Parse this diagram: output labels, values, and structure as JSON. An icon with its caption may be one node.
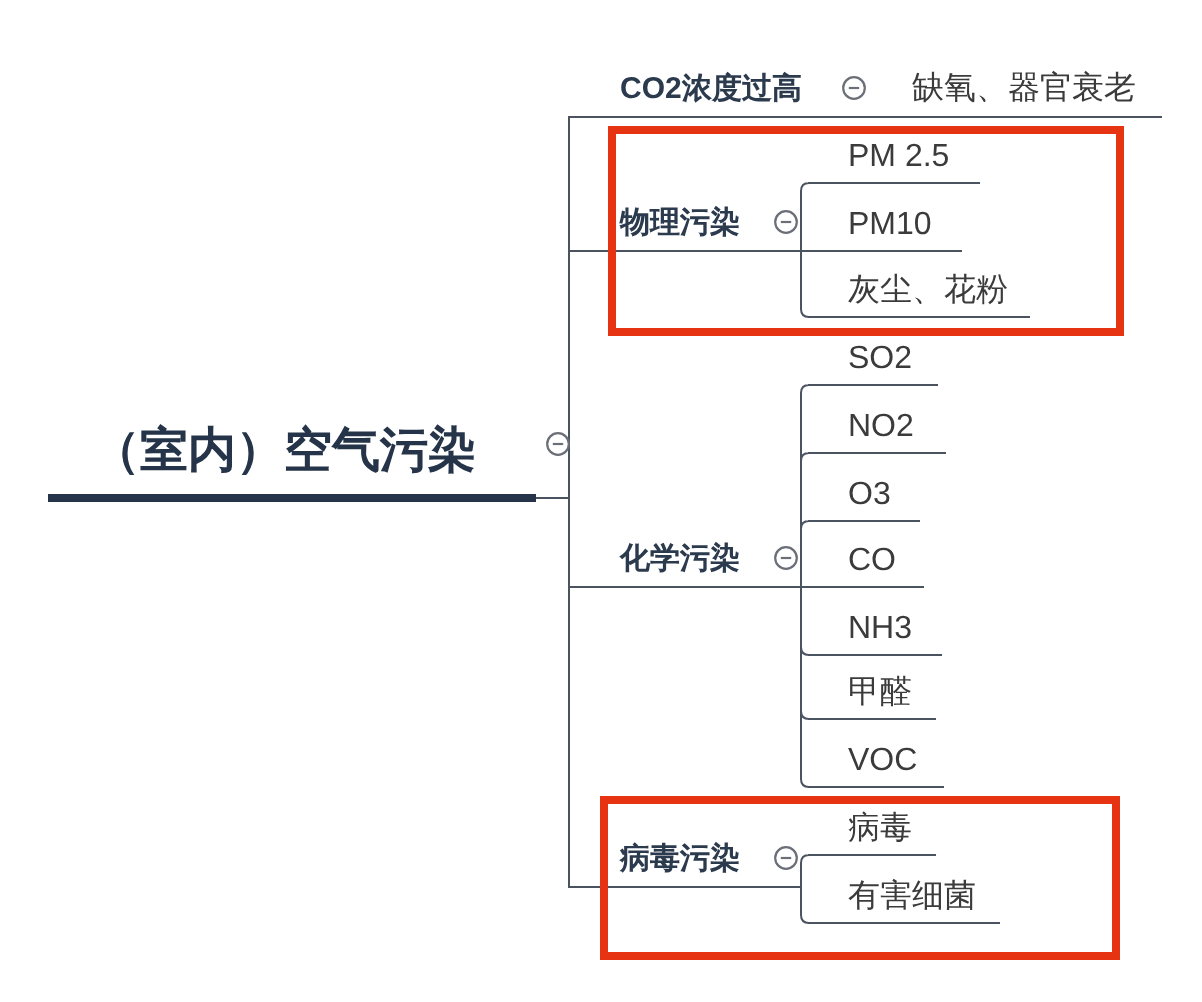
{
  "diagram": {
    "nodes": [
      {
        "text": [
          "（室内）空气污染"
        ]
      },
      {
        "text": [
          "CO2浓度过高"
        ]
      },
      {
        "text": [
          "缺氧、器官衰老"
        ]
      },
      {
        "text": [],
        "shape": "box"
      },
      {
        "text": [
          "物理污染"
        ],
        "in": 3
      },
      {
        "text": [
          "PM 2.5"
        ],
        "in": 3
      },
      {
        "text": [
          "PM10"
        ],
        "in": 3
      },
      {
        "text": [
          "灰尘、花粉"
        ],
        "in": 3
      },
      {
        "text": [
          "化学污染"
        ]
      },
      {
        "text": [
          "SO2"
        ]
      },
      {
        "text": [
          "NO2"
        ]
      },
      {
        "text": [
          "O3"
        ]
      },
      {
        "text": [
          "CO"
        ]
      },
      {
        "text": [
          "NH3"
        ]
      },
      {
        "text": [
          "甲醛"
        ]
      },
      {
        "text": [
          "VOC"
        ]
      },
      {
        "text": [],
        "shape": "box"
      },
      {
        "text": [
          "病毒污染"
        ],
        "in": 16
      },
      {
        "text": [
          "病毒"
        ],
        "in": 16
      },
      {
        "text": [
          "有害细菌"
        ],
        "in": 16
      }
    ],
    "edges": [
      {
        "from": 0,
        "to": 1,
        "arrow": "none"
      },
      {
        "from": 1,
        "to": 2,
        "arrow": "none"
      },
      {
        "from": 0,
        "to": 4,
        "arrow": "none"
      },
      {
        "from": 4,
        "to": 5,
        "arrow": "none"
      },
      {
        "from": 4,
        "to": 6,
        "arrow": "none"
      },
      {
        "from": 4,
        "to": 7,
        "arrow": "none"
      },
      {
        "from": 0,
        "to": 8,
        "arrow": "none"
      },
      {
        "from": 8,
        "to": 9,
        "arrow": "none"
      },
      {
        "from": 8,
        "to": 10,
        "arrow": "none"
      },
      {
        "from": 8,
        "to": 11,
        "arrow": "none"
      },
      {
        "from": 8,
        "to": 12,
        "arrow": "none"
      },
      {
        "from": 8,
        "to": 13,
        "arrow": "none"
      },
      {
        "from": 8,
        "to": 14,
        "arrow": "none"
      },
      {
        "from": 8,
        "to": 15,
        "arrow": "none"
      },
      {
        "from": 0,
        "to": 17,
        "arrow": "none"
      },
      {
        "from": 17,
        "to": 18,
        "arrow": "none"
      },
      {
        "from": 17,
        "to": 19,
        "arrow": "none"
      }
    ]
  }
}
